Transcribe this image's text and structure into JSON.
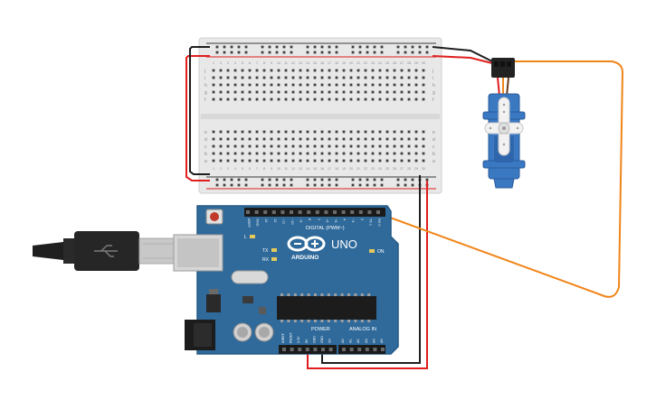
{
  "board": {
    "brand": "ARDUINO",
    "model": "UNO",
    "digital_label": "DIGITAL (PWM~)",
    "power_label": "POWER",
    "analog_label": "ANALOG IN",
    "on_label": "ON",
    "l_label": "L",
    "tx_label": "TX",
    "rx_label": "RX",
    "top_pins": [
      "AREF",
      "GND",
      "13",
      "12",
      "~11",
      "~10",
      "~9",
      "8",
      "7",
      "~6",
      "~5",
      "4",
      "~3",
      "2",
      "TX 1",
      "RX 0"
    ],
    "power_pins": [
      "IOREF",
      "RESET",
      "3.3V",
      "5V",
      "GND",
      "GND",
      "Vin"
    ],
    "analog_pins": [
      "A0",
      "A1",
      "A2",
      "A3",
      "A4",
      "A5"
    ]
  },
  "breadboard": {
    "row_letters_top": [
      "j",
      "i",
      "h",
      "g",
      "f"
    ],
    "row_letters_bottom": [
      "e",
      "d",
      "c",
      "b",
      "a"
    ],
    "column_numbers": [
      "1",
      "2",
      "3",
      "4",
      "5",
      "6",
      "7",
      "8",
      "9",
      "10",
      "11",
      "12",
      "13",
      "14",
      "15",
      "16",
      "17",
      "18",
      "19",
      "20",
      "21",
      "22",
      "23",
      "24",
      "25",
      "26",
      "27",
      "28",
      "29",
      "30"
    ]
  },
  "colors": {
    "board_blue": "#2f6a9b",
    "board_edge": "#255a86",
    "breadboard": "#ececec",
    "wire_red": "#e01e1e",
    "wire_black": "#1e1e1e",
    "wire_orange": "#f08519",
    "servo_blue": "#3a78c2",
    "usb_gray": "#c8c8c8"
  },
  "icons": [
    "usb-plug-icon",
    "arduino-infinity-logo-icon",
    "servo-motor-icon"
  ]
}
